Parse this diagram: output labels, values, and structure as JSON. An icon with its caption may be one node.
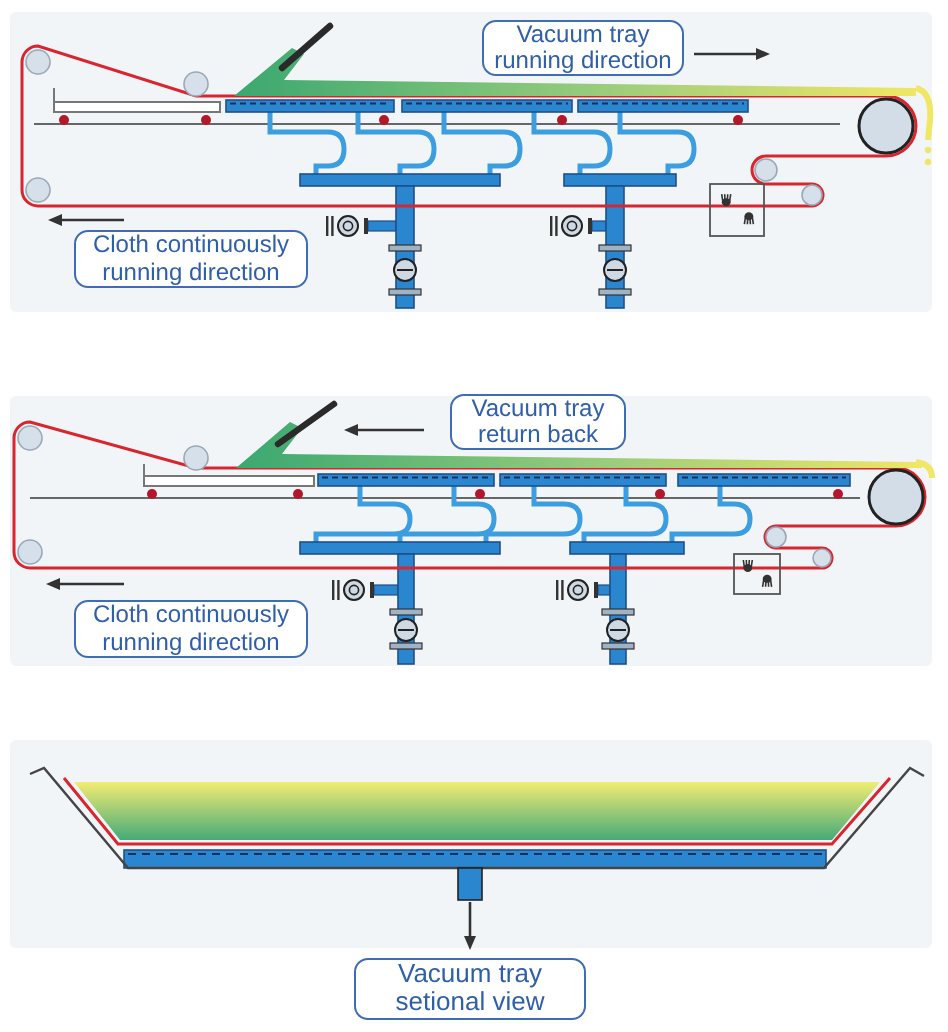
{
  "diagram": {
    "nodes": [
      {
        "text": [
          "Vacuum tray running direction"
        ]
      },
      {
        "text": [
          "Cloth continuously running direction"
        ]
      },
      {
        "text": [
          "Vacuum tray return back"
        ]
      },
      {
        "text": [
          "Cloth continuously running direction"
        ]
      },
      {
        "text": [
          "Vacuum tray setional view"
        ]
      }
    ]
  }
}
